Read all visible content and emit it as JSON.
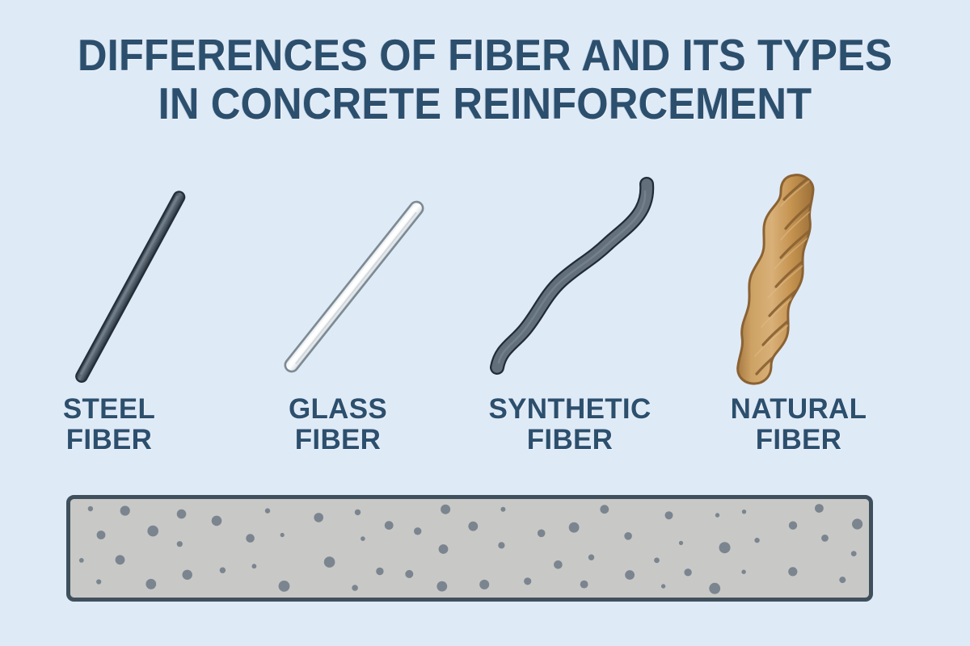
{
  "background_color": "#dfeaf7",
  "accent_color": "#2c4f6d",
  "title": {
    "line1": "DIFFERENCES OF FIBER AND ITS TYPES",
    "line2": "IN CONCRETE REINFORCEMENT"
  },
  "fibers": [
    {
      "key": "steel",
      "label_line1": "STEEL",
      "label_line2": "FIBER",
      "icon_name": "steel-fiber-icon",
      "description": "straight dark slate steel rod with rounded ends, tilted",
      "body_color": "#55636f",
      "outline_color": "#27323d",
      "highlight_color": "#7d8b97"
    },
    {
      "key": "glass",
      "label_line1": "GLASS",
      "label_line2": "FIBER",
      "icon_name": "glass-fiber-icon",
      "description": "translucent white glass rod with gray outline, steeply tilted",
      "body_color": "#f2f4f6",
      "outline_color": "#78868f",
      "highlight_color": "#ffffff"
    },
    {
      "key": "synthetic",
      "label_line1": "SYNTHETIC",
      "label_line2": "FIBER",
      "icon_name": "synthetic-fiber-icon",
      "description": "wavy S-curved dark slate synthetic strand",
      "body_color": "#55636f",
      "outline_color": "#27323d",
      "highlight_color": "#7d8b97"
    },
    {
      "key": "natural",
      "label_line1": "NATURAL",
      "label_line2": "FIBER",
      "icon_name": "natural-fiber-icon",
      "description": "tan twisted natural rope fiber with diagonal twist lines",
      "body_color": "#c99a5e",
      "outline_color": "#8a6233",
      "highlight_color": "#dcb47f"
    }
  ],
  "concrete_slab": {
    "icon_name": "concrete-slab-icon",
    "fill_color": "#c8c8c6",
    "border_color": "#3f505c",
    "aggregate_color": "#7b858f",
    "aggregate_count": 61
  }
}
